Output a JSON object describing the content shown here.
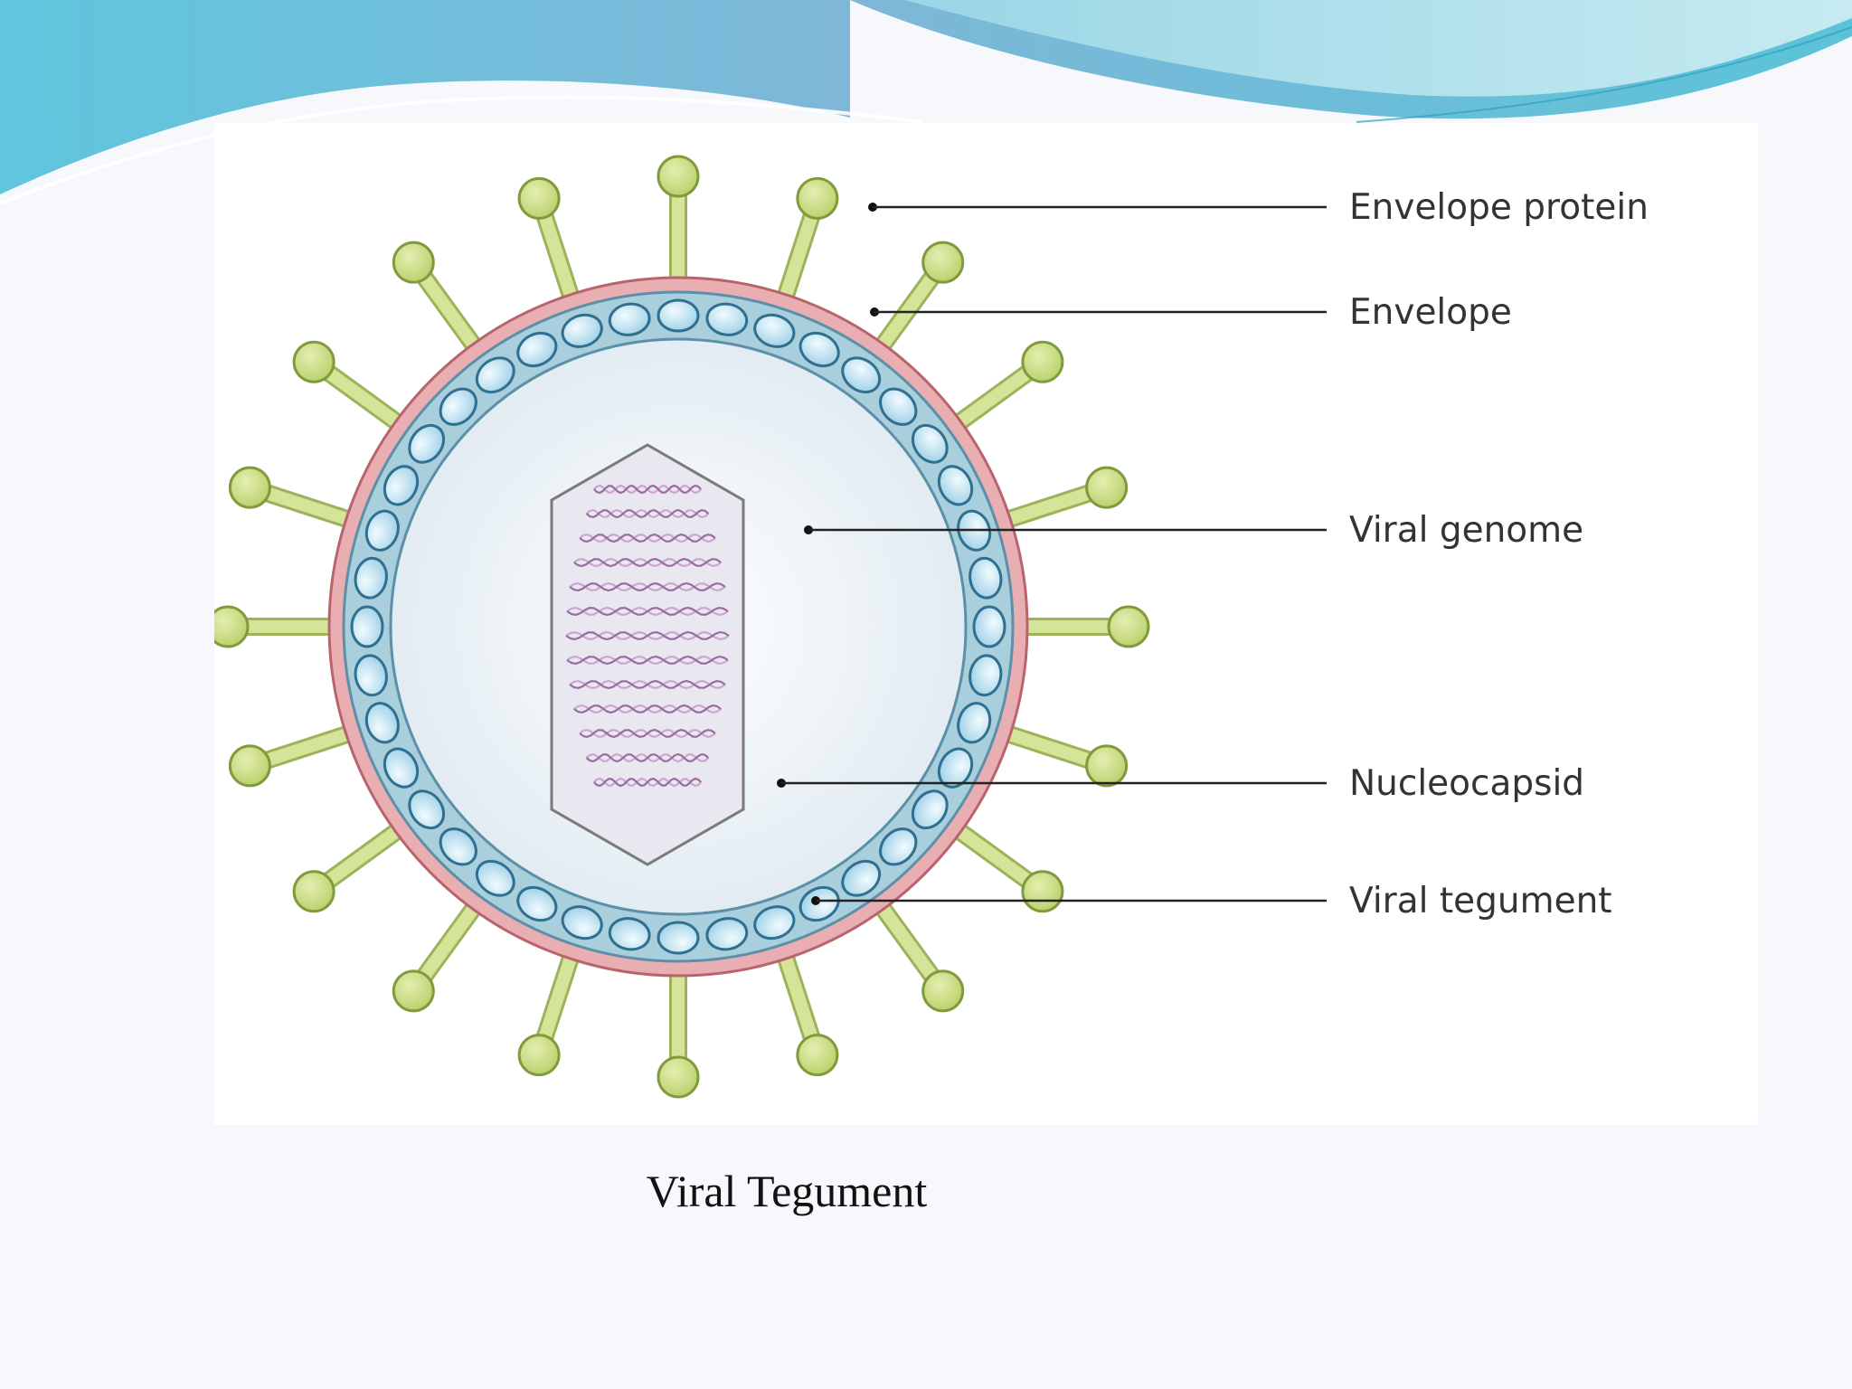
{
  "slide": {
    "caption": "Viral Tegument",
    "theme_colors": {
      "wave_dark": "#4fb0cf",
      "wave_light": "#bfe6ef",
      "background": "#f7f8fb"
    }
  },
  "diagram": {
    "labels": {
      "envelope_protein": "Envelope protein",
      "envelope": "Envelope",
      "viral_genome": "Viral genome",
      "nucleocapsid": "Nucleocapsid",
      "viral_tegument": "Viral tegument"
    },
    "colors": {
      "spike_fill": "#cfdf8b",
      "spike_stroke": "#7f9b3c",
      "envelope": "#e6a1a6",
      "tegument_layer": "#a9cfdc",
      "tegument_bead": "#cfeaf6",
      "interior": "#eaf3f8",
      "capsid": "#e8e6ee",
      "genome": "#b58bbd"
    }
  }
}
